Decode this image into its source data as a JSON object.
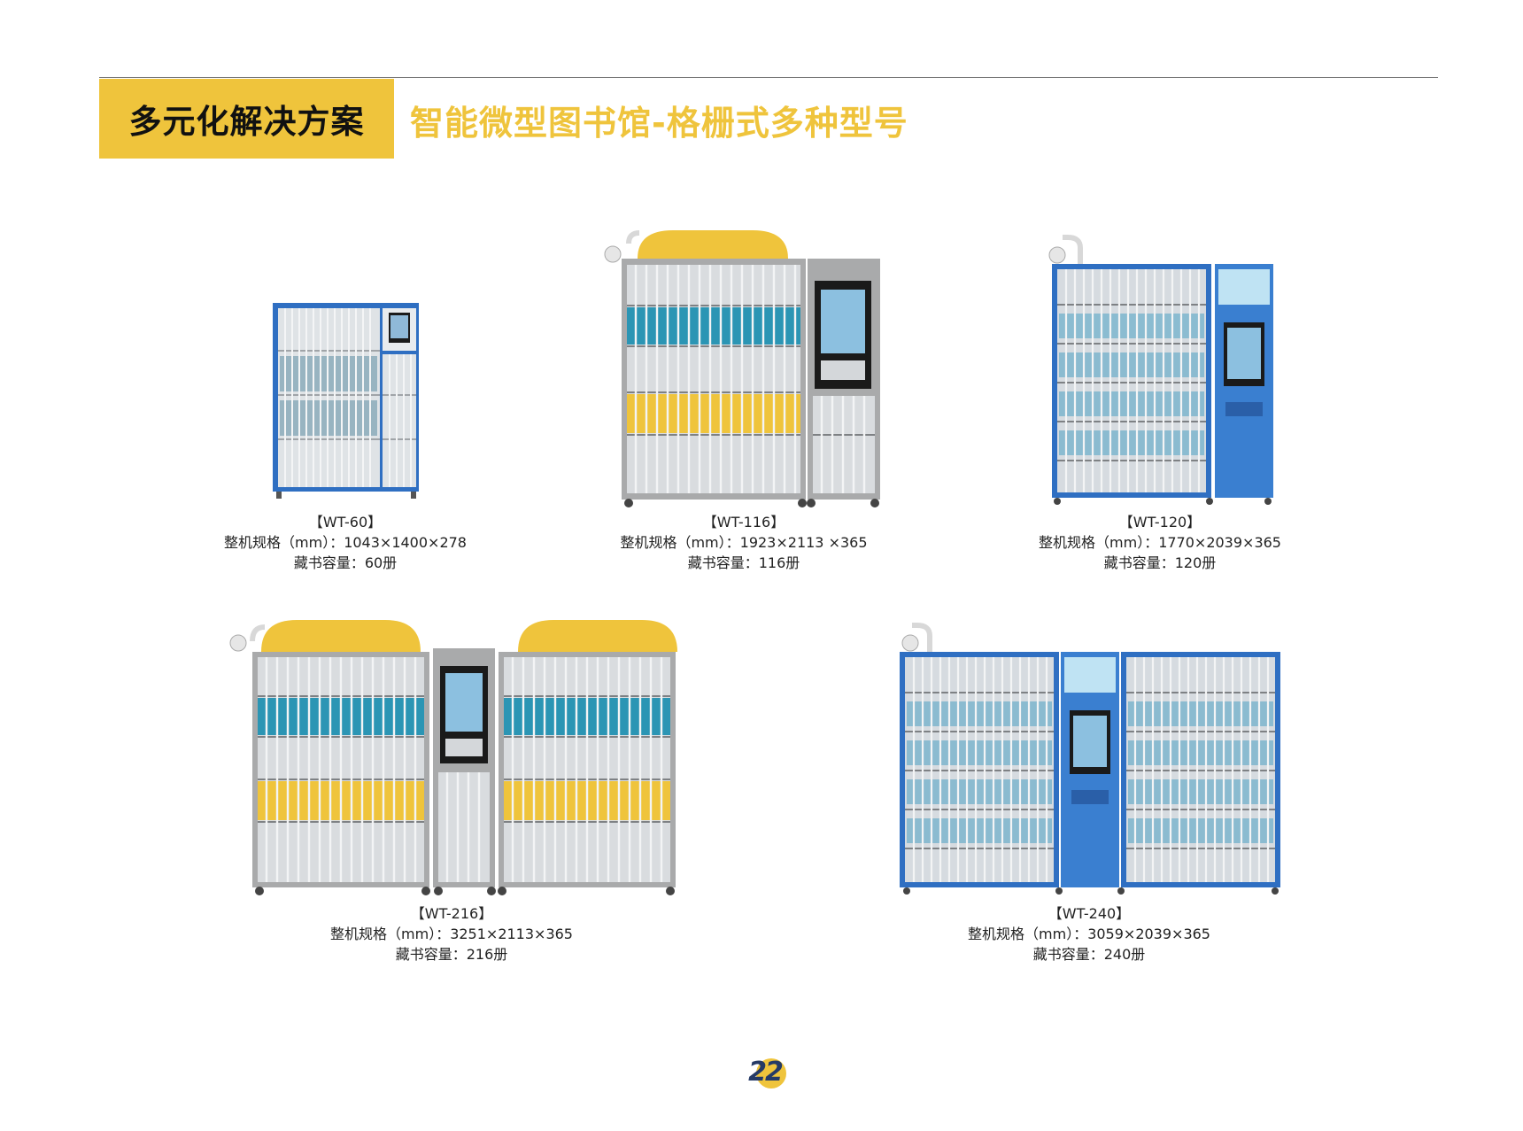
{
  "header": {
    "section_label": "多元化解决方案",
    "subtitle": "智能微型图书馆-格栅式多种型号"
  },
  "colors": {
    "accent_yellow": "#efc43c",
    "cabinet_blue": "#2f6fc2",
    "cabinet_grey": "#a9aaab",
    "page_number_navy": "#253a66"
  },
  "products": [
    {
      "model": "【WT-60】",
      "spec": "整机规格（mm）：1043×1400×278",
      "capacity": "藏书容量：60册"
    },
    {
      "model": "【WT-116】",
      "spec": "整机规格（mm）：1923×2113 ×365",
      "capacity": "藏书容量：116册"
    },
    {
      "model": "【WT-120】",
      "spec": "整机规格（mm）：1770×2039×365",
      "capacity": "藏书容量：120册"
    },
    {
      "model": "【WT-216】",
      "spec": "整机规格（mm）：3251×2113×365",
      "capacity": "藏书容量：216册"
    },
    {
      "model": "【WT-240】",
      "spec": "整机规格（mm）：3059×2039×365",
      "capacity": "藏书容量：240册"
    }
  ],
  "page_number": "22"
}
